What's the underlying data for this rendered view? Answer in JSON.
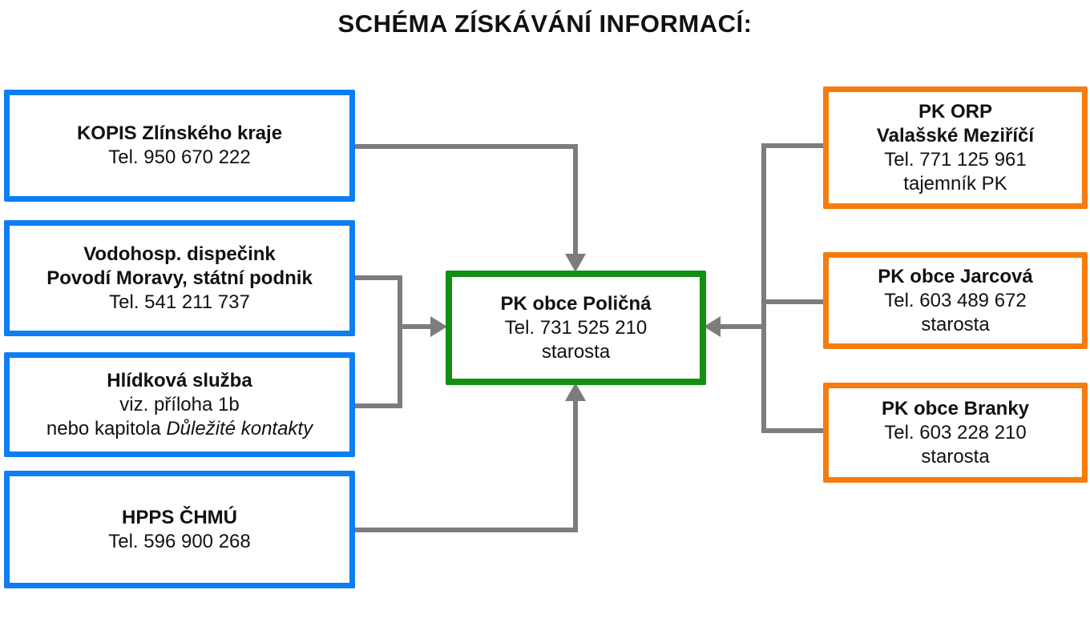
{
  "title": "SCHÉMA ZÍSKÁVÁNÍ INFORMACÍ:",
  "colors": {
    "blue": "#0d7ef2",
    "orange": "#f57d0d",
    "green": "#129012",
    "connector": "#7c7c7c"
  },
  "nodes": {
    "kopis": {
      "name": "KOPIS Zlínského kraje",
      "phone": "Tel. 950 670 222"
    },
    "vodohosp": {
      "name": "Vodohosp. dispečink",
      "name2": "Povodí Moravy, státní podnik",
      "phone": "Tel. 541 211 737"
    },
    "hlidkova": {
      "name": "Hlídková služba",
      "note": "viz. příloha 1b",
      "note2_prefix": "nebo kapitola ",
      "note2_italic": "Důležité kontakty"
    },
    "hpps": {
      "name": "HPPS ČHMÚ",
      "phone": "Tel. 596 900 268"
    },
    "policna": {
      "name": "PK obce Poličná",
      "phone": "Tel. 731 525 210",
      "role": "starosta"
    },
    "orp": {
      "name": "PK ORP",
      "name2": "Valašské Meziříčí",
      "phone": "Tel. 771 125 961",
      "role": "tajemník PK"
    },
    "jarcova": {
      "name": "PK obce Jarcová",
      "phone": "Tel. 603 489 672",
      "role": "starosta"
    },
    "branky": {
      "name": "PK obce Branky",
      "phone": "Tel. 603 228 210",
      "role": "starosta"
    }
  }
}
